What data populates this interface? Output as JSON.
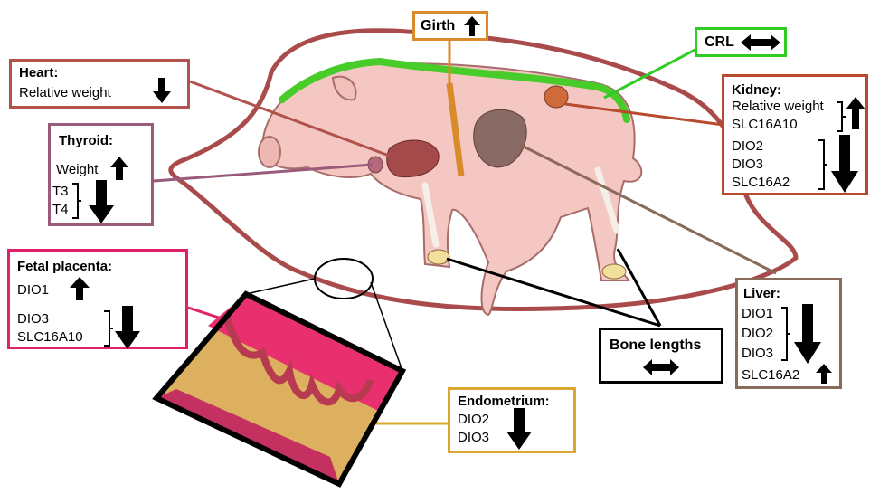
{
  "girth": {
    "label": "Girth",
    "change": "up"
  },
  "crl": {
    "label": "CRL",
    "change": "no-change"
  },
  "heart": {
    "title": "Heart:",
    "items": [
      {
        "label": "Relative weight",
        "change": "down"
      }
    ]
  },
  "thyroid": {
    "title": "Thyroid:",
    "weight": {
      "label": "Weight",
      "change": "up"
    },
    "group": {
      "labels": [
        "T3",
        "T4"
      ],
      "change": "down"
    }
  },
  "kidney": {
    "title": "Kidney:",
    "group_up": {
      "labels": [
        "Relative weight",
        "SLC16A10"
      ],
      "change": "up"
    },
    "group_down": {
      "labels": [
        "DIO2",
        "DIO3",
        "SLC16A2"
      ],
      "change": "down"
    }
  },
  "fetal_placenta": {
    "title": "Fetal placenta:",
    "dio1": {
      "label": "DIO1",
      "change": "up"
    },
    "group": {
      "labels": [
        "DIO3",
        "SLC16A10"
      ],
      "change": "down"
    }
  },
  "liver": {
    "title": "Liver:",
    "group": {
      "labels": [
        "DIO1",
        "DIO2",
        "DIO3"
      ],
      "change": "down"
    },
    "slc": {
      "label": "SLC16A2",
      "change": "up"
    }
  },
  "bone_lengths": {
    "label": "Bone lengths",
    "change": "no-change"
  },
  "endometrium": {
    "title": "Endometrium:",
    "group": {
      "labels": [
        "DIO2",
        "DIO3"
      ],
      "change": "down"
    }
  },
  "colors": {
    "uterus_outline": "#a94b4b",
    "pig_body": "#f4c7c3",
    "spine_highlight": "#47cc2a",
    "girth_band": "#d98a2b",
    "crl_box": "#2ecc24",
    "heart_box": "#b2524d",
    "thyroid_box": "#9a5a7a",
    "kidney_box": "#b84a2e",
    "placenta_box": "#e0216a",
    "liver_box": "#8a6a5a",
    "endometrium_box": "#dca72f",
    "placenta_pink": "#e8306f",
    "placenta_gold": "#ddb060"
  }
}
